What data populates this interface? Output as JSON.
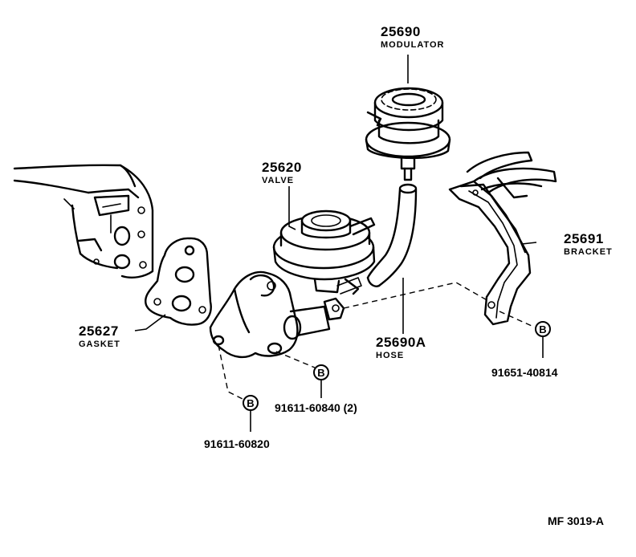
{
  "parts": {
    "modulator": {
      "number": "25690",
      "name": "MODULATOR"
    },
    "valve": {
      "number": "25620",
      "name": "VALVE"
    },
    "bracket": {
      "number": "25691",
      "name": "BRACKET"
    },
    "gasket": {
      "number": "25627",
      "name": "GASKET"
    },
    "hose": {
      "number": "25690A",
      "name": "HOSE"
    },
    "bolt_bracket": {
      "number": "91651-40814",
      "marker": "B"
    },
    "bolt_valve": {
      "number": "91611-60840 (2)",
      "marker": "B"
    },
    "bolt_flange": {
      "number": "91611-60820",
      "marker": "B"
    }
  },
  "figure_code": "MF 3019-A"
}
